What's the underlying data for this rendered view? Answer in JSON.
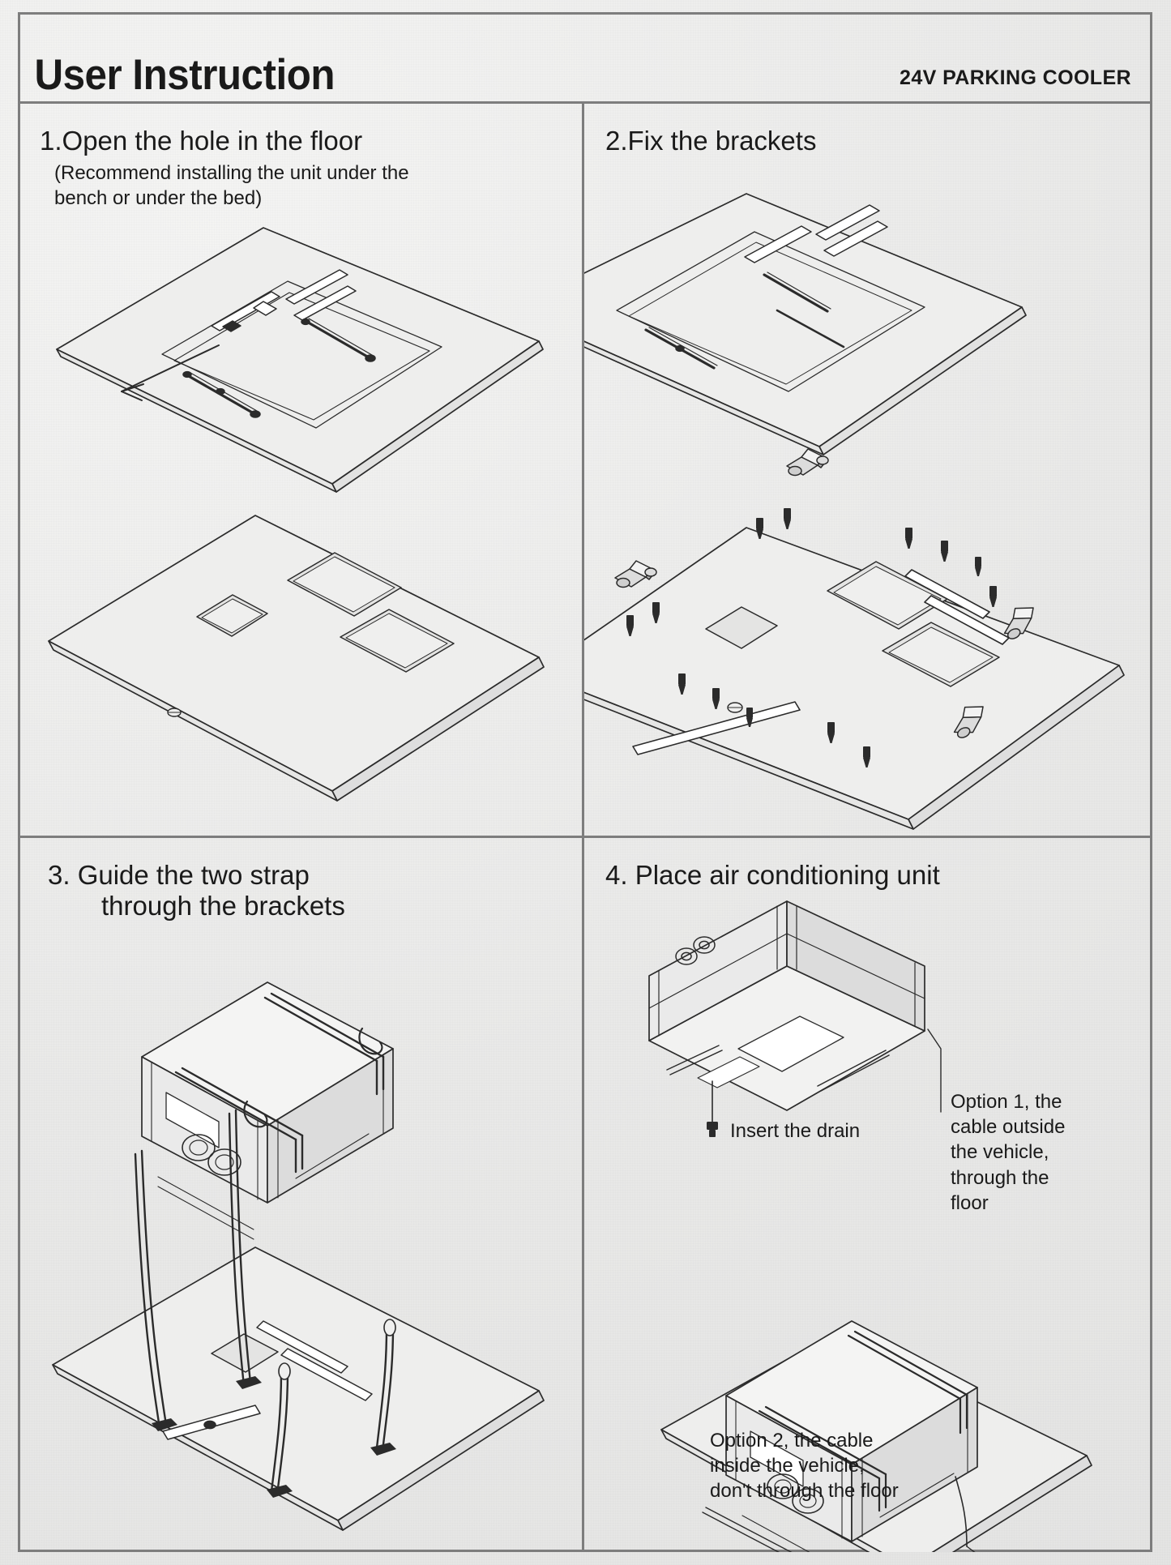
{
  "document": {
    "title": "User Instruction",
    "subtitle": "24V PARKING COOLER"
  },
  "steps": [
    {
      "id": "step-1",
      "heading": "1.Open the hole in the floor",
      "note": "(Recommend installing the unit  under the\nbench or under the bed)",
      "figure": "floor-panel-hole-cutting-isometric"
    },
    {
      "id": "step-2",
      "heading": "2.Fix the brackets",
      "note": "",
      "figure": "brackets-screws-isometric"
    },
    {
      "id": "step-3",
      "heading_line1": "3. Guide the two strap",
      "heading_line2": "through the brackets",
      "figure": "ac-unit-with-straps-isometric"
    },
    {
      "id": "step-4",
      "heading": "4. Place air conditioning unit",
      "figure": "ac-unit-placement-isometric"
    }
  ],
  "callouts": {
    "drain": "Insert the drain",
    "option1": "Option 1, the\ncable outside\nthe vehicle,\nthrough the\nfloor",
    "option2": "Option 2, the cable\ninside the vehicle,\ndon't through the floor"
  },
  "colors": {
    "paper": "#ececeb",
    "border": "#7d7d7d",
    "ink": "#1a1a1a",
    "line_art": "#2b2b2b"
  }
}
